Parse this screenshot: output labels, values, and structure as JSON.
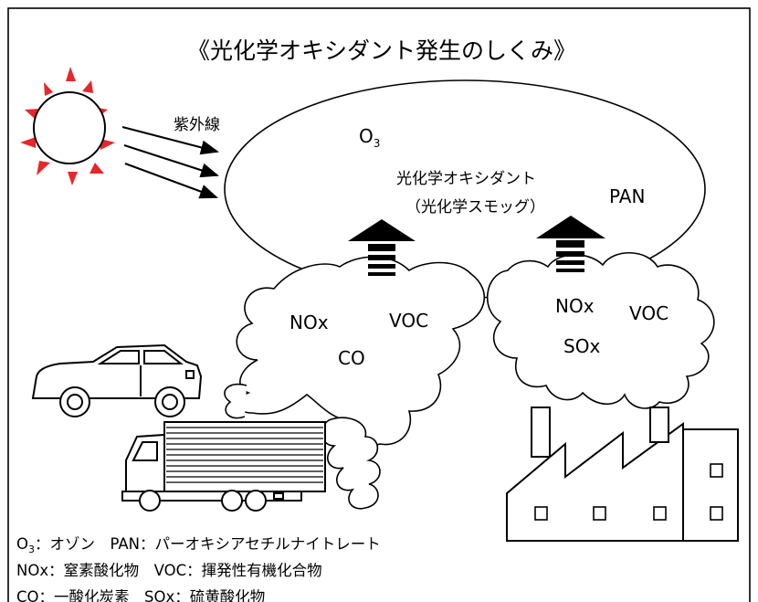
{
  "title": "《光化学オキシダント発生のしくみ》",
  "uv_label": "紫外線",
  "upper_cloud": {
    "o3": "O",
    "o3_sub": "3",
    "oxidant": "光化学オキシダント",
    "smog": "（光化学スモッグ）",
    "pan": "PAN"
  },
  "car_cloud": {
    "nox": "NOx",
    "voc": "VOC",
    "co": "CO"
  },
  "factory_cloud": {
    "nox": "NOx",
    "voc": "VOC",
    "sox": "SOx"
  },
  "legend": {
    "line1_o": "O",
    "line1_sub": "3",
    "line1_rest": "：オゾン　PAN：パーオキシアセチルナイトレート",
    "line2": "NOx：窒素酸化物　VOC：揮発性有機化合物",
    "line3": "CO：一酸化炭素　SOx：硫黄酸化物"
  },
  "colors": {
    "sun_ray": "#e8262b",
    "ink": "#000000",
    "background": "#ffffff"
  },
  "icons": [
    "sun-icon",
    "car-icon",
    "truck-icon",
    "factory-icon",
    "up-arrow-icon"
  ]
}
